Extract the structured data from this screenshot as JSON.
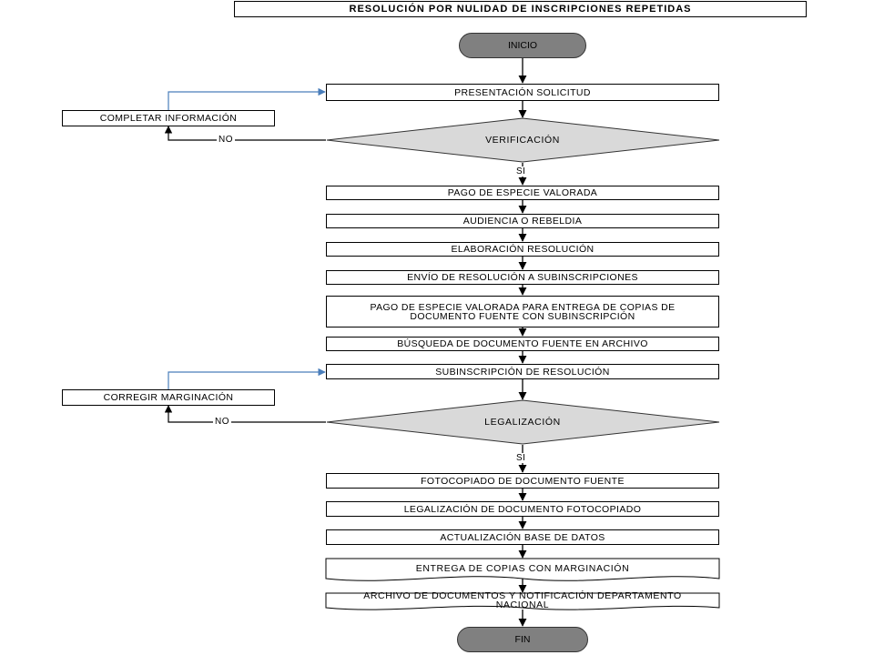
{
  "title": "RESOLUCIÓN POR NULIDAD DE INSCRIPCIONES REPETIDAS",
  "start": "INICIO",
  "end": "FIN",
  "steps": {
    "presentacion": "PRESENTACIÓN SOLICITUD",
    "completar": "COMPLETAR INFORMACIÓN",
    "verificacion": "VERIFICACIÓN",
    "pago": "PAGO DE ESPECIE VALORADA",
    "audiencia": "AUDIENCIA O REBELDIA",
    "elaboracion": "ELABORACIÓN RESOLUCIÓN",
    "envio": "ENVÍO DE RESOLUCIÓN A SUBINSCRIPCIONES",
    "pago_copias": "PAGO DE ESPECIE VALORADA PARA ENTREGA DE COPIAS DE DOCUMENTO FUENTE CON SUBINSCRIPCIÓN",
    "busqueda": "BÚSQUEDA DE DOCUMENTO FUENTE EN ARCHIVO",
    "subinscripcion": "SUBINSCRIPCIÓN DE RESOLUCIÓN",
    "corregir": "CORREGIR MARGINACIÓN",
    "legalizacion": "LEGALIZACIÓN",
    "fotocopiado": "FOTOCOPIADO DE DOCUMENTO FUENTE",
    "legalizacion_doc": "LEGALIZACIÓN DE DOCUMENTO FOTOCOPIADO",
    "actualizacion": "ACTUALIZACIÓN BASE DE DATOS",
    "entrega": "ENTREGA DE COPIAS CON MARGINACIÓN",
    "archivo": "ARCHIVO DE DOCUMENTOS Y NOTIFICACIÓN DEPARTAMENTO NACIONAL"
  },
  "labels": {
    "yes": "SI",
    "no": "NO"
  },
  "colors": {
    "terminal": "#808080",
    "decision": "#d9d9d9",
    "loop_line": "#4a7ebb",
    "line": "#000000"
  }
}
